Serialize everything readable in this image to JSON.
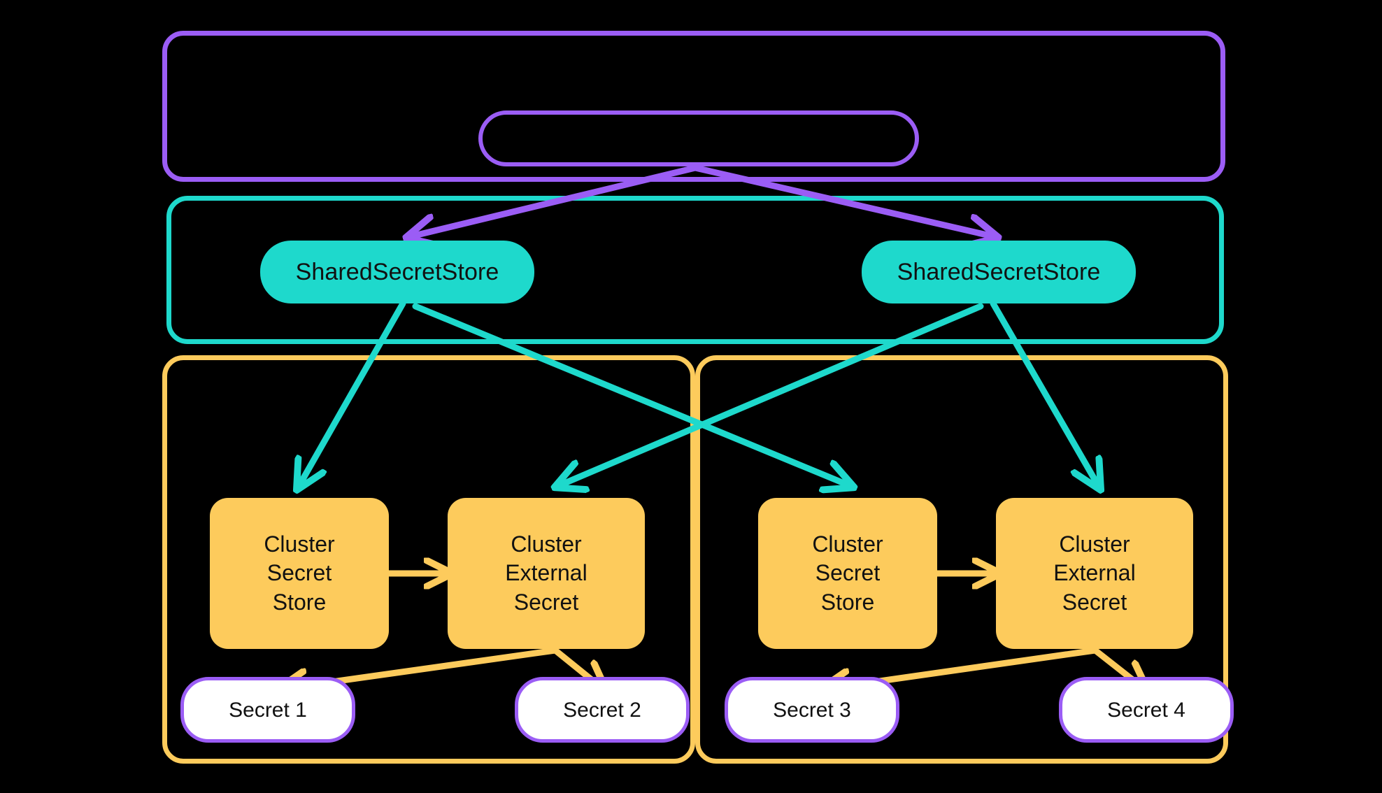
{
  "diagram": {
    "title": "External Secrets Operator shared secret store architecture",
    "background": "#000000",
    "colors": {
      "purple": "#9b5df5",
      "teal": "#1ed9cc",
      "yellow": "#fdcb5c",
      "white": "#ffffff",
      "text": "#111111"
    }
  },
  "frames": {
    "outer_purple": {
      "label": "",
      "color": "#9b5df5"
    },
    "inner_purple_pill": {
      "label": "",
      "color": "#9b5df5"
    },
    "teal_frame": {
      "label": "",
      "color": "#1ed9cc"
    },
    "yellow_frame_left": {
      "label": "",
      "color": "#fdcb5c"
    },
    "yellow_frame_right": {
      "label": "",
      "color": "#fdcb5c"
    }
  },
  "nodes": {
    "shared_store_left": {
      "label": "SharedSecretStore",
      "color": "#1ed9cc"
    },
    "shared_store_right": {
      "label": "SharedSecretStore",
      "color": "#1ed9cc"
    },
    "cluster_secret_store_left": {
      "label": "Cluster\nSecret\nStore",
      "color": "#fdcb5c"
    },
    "cluster_external_secret_left": {
      "label": "Cluster\nExternal\nSecret",
      "color": "#fdcb5c"
    },
    "cluster_secret_store_right": {
      "label": "Cluster\nSecret\nStore",
      "color": "#fdcb5c"
    },
    "cluster_external_secret_right": {
      "label": "Cluster\nExternal\nSecret",
      "color": "#fdcb5c"
    },
    "secret_1": {
      "label": "Secret 1",
      "color": "#ffffff"
    },
    "secret_2": {
      "label": "Secret 2",
      "color": "#ffffff"
    },
    "secret_3": {
      "label": "Secret 3",
      "color": "#ffffff"
    },
    "secret_4": {
      "label": "Secret 4",
      "color": "#ffffff"
    }
  },
  "edges": [
    {
      "from": "inner_purple_pill",
      "to": "shared_store_left",
      "color": "#9b5df5"
    },
    {
      "from": "inner_purple_pill",
      "to": "shared_store_right",
      "color": "#9b5df5"
    },
    {
      "from": "shared_store_left",
      "to": "cluster_secret_store_left",
      "color": "#1ed9cc"
    },
    {
      "from": "shared_store_left",
      "to": "cluster_secret_store_right",
      "color": "#1ed9cc"
    },
    {
      "from": "shared_store_right",
      "to": "cluster_external_secret_left",
      "color": "#1ed9cc"
    },
    {
      "from": "shared_store_right",
      "to": "cluster_external_secret_right",
      "color": "#1ed9cc"
    },
    {
      "from": "cluster_secret_store_left",
      "to": "cluster_external_secret_left",
      "color": "#fdcb5c"
    },
    {
      "from": "cluster_secret_store_right",
      "to": "cluster_external_secret_right",
      "color": "#fdcb5c"
    },
    {
      "from": "cluster_external_secret_left",
      "to": "secret_1",
      "color": "#fdcb5c"
    },
    {
      "from": "cluster_external_secret_left",
      "to": "secret_2",
      "color": "#fdcb5c"
    },
    {
      "from": "cluster_external_secret_right",
      "to": "secret_3",
      "color": "#fdcb5c"
    },
    {
      "from": "cluster_external_secret_right",
      "to": "secret_4",
      "color": "#fdcb5c"
    }
  ]
}
